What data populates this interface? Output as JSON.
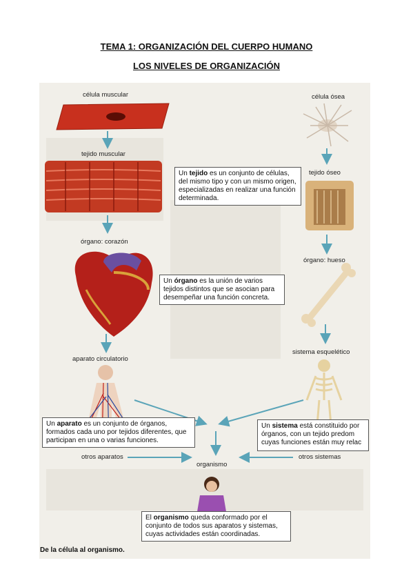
{
  "header": {
    "title": "TEMA 1: ORGANIZACIÓN DEL CUERPO HUMANO",
    "subtitle": "LOS NIVELES DE ORGANIZACIÓN"
  },
  "left_column": {
    "muscle_cell": "célula muscular",
    "muscle_tissue": "tejido muscular",
    "organ_heart": "órgano: corazón",
    "circulatory": "aparato circulatorio",
    "other_apparatus": "otros aparatos"
  },
  "right_column": {
    "bone_cell": "célula ósea",
    "bone_tissue": "tejido óseo",
    "organ_bone": "órgano: hueso",
    "skeletal": "sistema esquelético",
    "other_systems": "otros sistemas"
  },
  "center": {
    "organism": "organismo"
  },
  "boxes": {
    "tejido": {
      "term": "tejido",
      "before": "Un ",
      "after": " es un conjunto de células, del mismo tipo y con un mismo origen, especializadas en realizar una función determinada."
    },
    "organo": {
      "term": "órgano",
      "before": "Un ",
      "after": " es la unión de varios tejidos distintos que se asocian para desempeñar una función concreta."
    },
    "aparato": {
      "term": "aparato",
      "before": "Un ",
      "after": " es un conjunto de órganos, formados cada uno por tejidos diferentes, que participan en una o varias funciones."
    },
    "sistema": {
      "term": "sistema",
      "before": "Un ",
      "after": " está constituido por órganos, con un tejido predom cuyas funciones están muy relac"
    },
    "organismo": {
      "term": "organismo",
      "before": "El ",
      "after": " queda conformado por el conjunto de todos sus aparatos y sistemas, cuyas actividades están coordinadas."
    }
  },
  "caption": "De la célula al organismo.",
  "colors": {
    "arrow": "#5aa4b8",
    "muscle": "#c8301e",
    "bone": "#d9b27a"
  }
}
